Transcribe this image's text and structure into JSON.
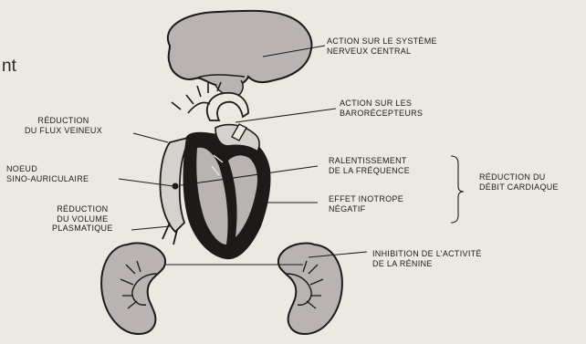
{
  "cut_text": "nt",
  "labels": {
    "cns": [
      "ACTION SUR LE SYSTÈME",
      "NERVEUX CENTRAL"
    ],
    "baro": [
      "ACTION SUR LES",
      "BARORÉCEPTEURS"
    ],
    "venous": [
      "RÉDUCTION",
      "DU FLUX VEINEUX"
    ],
    "sa_node": [
      "NOEUD",
      "SINO-AURICULAIRE"
    ],
    "rate": [
      "RALENTISSEMENT",
      "DE LA FRÉQUENCE"
    ],
    "output": [
      "RÉDUCTION DU",
      "DÉBIT CARDIAQUE"
    ],
    "inotrope": [
      "EFFET INOTROPE",
      "NÉGATIF"
    ],
    "plasma": [
      "RÉDUCTION",
      "DU VOLUME",
      "PLASMATIQUE"
    ],
    "renin": [
      "INHIBITION DE L’ACTIVITÉ",
      "DE LA RÉNINE"
    ]
  },
  "colors": {
    "background": "#ece9e2",
    "organ_fill": "#b9b3b3",
    "ink": "#1d1b1a"
  }
}
